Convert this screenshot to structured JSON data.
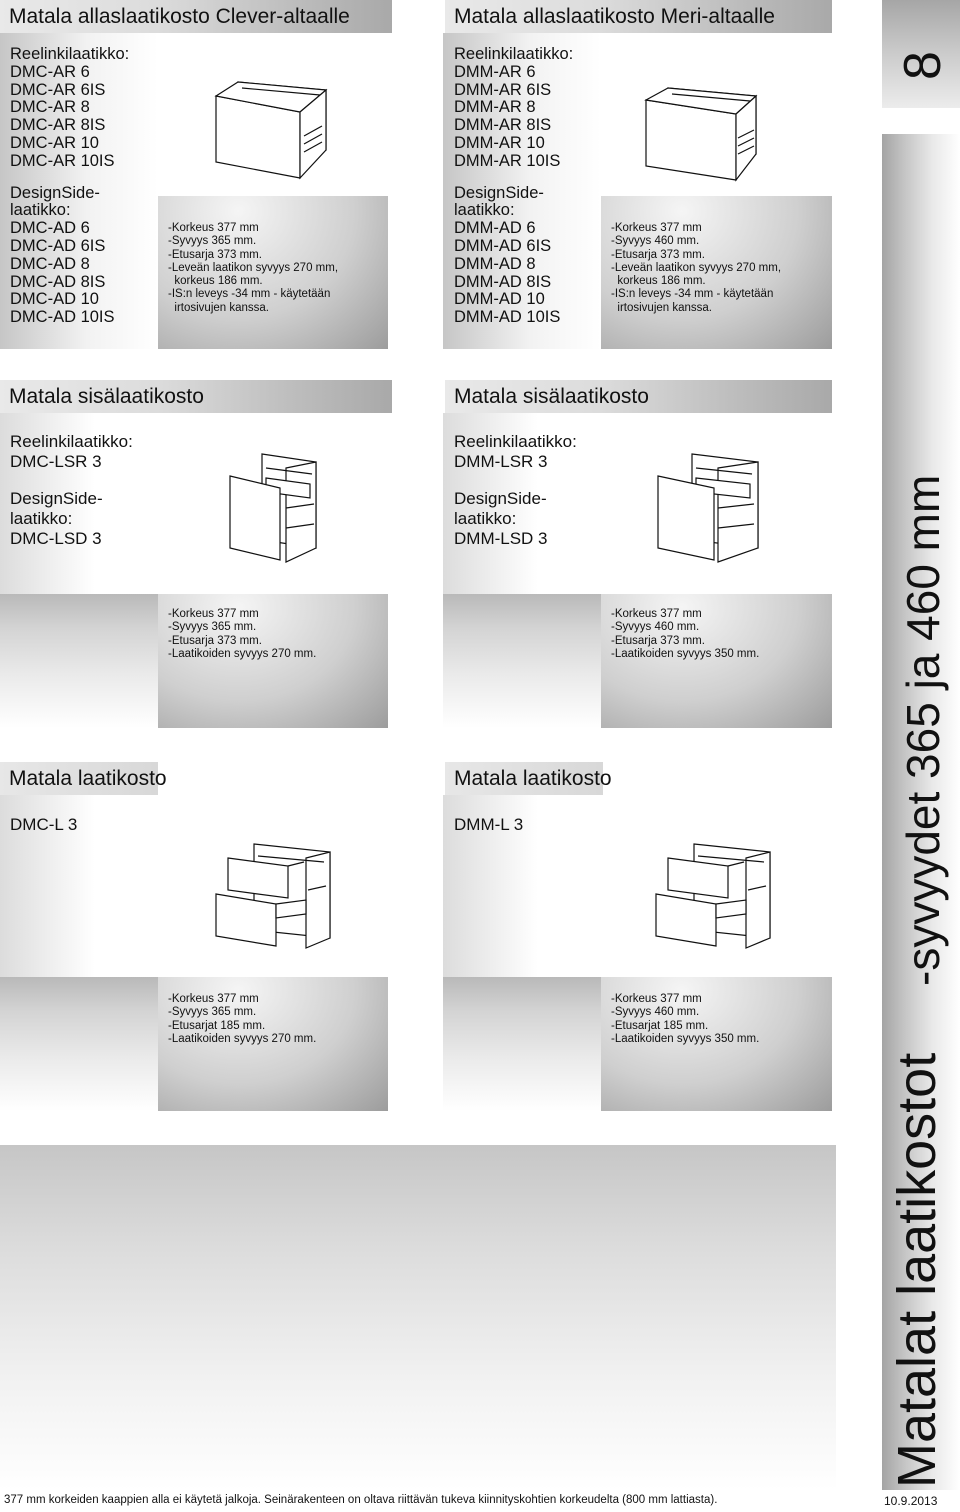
{
  "sections": {
    "clever": {
      "title": "Matala allaslaatikosto Clever-altaalle",
      "reelin_label": "Reelinkilaatikko:",
      "reelin_items": [
        "DMC-AR 6",
        "DMC-AR 6IS",
        "DMC-AR 8",
        "DMC-AR 8IS",
        "DMC-AR 10",
        "DMC-AR 10IS"
      ],
      "design_label_1": "DesignSide-",
      "design_label_2": "laatikko:",
      "design_items": [
        "DMC-AD 6",
        "DMC-AD 6IS",
        "DMC-AD 8",
        "DMC-AD 8IS",
        "DMC-AD 10",
        "DMC-AD 10IS"
      ],
      "specs": [
        "-Korkeus 377 mm",
        "-Syvyys 365 mm.",
        "-Etusarja 373 mm.",
        "-Leveän laatikon syvyys 270 mm,",
        "  korkeus 186 mm.",
        "-IS:n leveys -34 mm - käytetään",
        "  irtosivujen kanssa."
      ]
    },
    "meri": {
      "title": "Matala allaslaatikosto Meri-altaalle",
      "reelin_label": "Reelinkilaatikko:",
      "reelin_items": [
        "DMM-AR 6",
        "DMM-AR 6IS",
        "DMM-AR 8",
        "DMM-AR 8IS",
        "DMM-AR 10",
        "DMM-AR 10IS"
      ],
      "design_label_1": "DesignSide-",
      "design_label_2": "laatikko:",
      "design_items": [
        "DMM-AD 6",
        "DMM-AD 6IS",
        "DMM-AD 8",
        "DMM-AD 8IS",
        "DMM-AD 10",
        "DMM-AD 10IS"
      ],
      "specs": [
        "-Korkeus 377 mm",
        "-Syvyys 460 mm.",
        "-Etusarja 373 mm.",
        "-Leveän laatikon syvyys 270 mm,",
        "  korkeus 186 mm.",
        "-IS:n leveys -34 mm - käytetään",
        "  irtosivujen kanssa."
      ]
    },
    "sisa_dmc": {
      "title": "Matala sisälaatikosto",
      "reelin_label": "Reelinkilaatikko:",
      "reelin_item": "DMC-LSR 3",
      "design_label_1": "DesignSide-",
      "design_label_2": "laatikko:",
      "design_item": "DMC-LSD 3",
      "specs": [
        "-Korkeus 377 mm",
        "-Syvyys 365 mm.",
        "-Etusarja 373 mm.",
        "-Laatikoiden syvyys 270 mm."
      ]
    },
    "sisa_dmm": {
      "title": "Matala sisälaatikosto",
      "reelin_label": "Reelinkilaatikko:",
      "reelin_item": "DMM-LSR 3",
      "design_label_1": "DesignSide-",
      "design_label_2": "laatikko:",
      "design_item": "DMM-LSD 3",
      "specs": [
        "-Korkeus 377 mm",
        "-Syvyys 460 mm.",
        "-Etusarja 373 mm.",
        "-Laatikoiden syvyys 350 mm."
      ]
    },
    "laat_dmc": {
      "title": "Matala laatikosto",
      "item": "DMC-L 3",
      "specs": [
        "-Korkeus 377 mm",
        "-Syvyys 365 mm.",
        "-Etusarjat 185 mm.",
        "-Laatikoiden syvyys 270 mm."
      ]
    },
    "laat_dmm": {
      "title": "Matala laatikosto",
      "item": "DMM-L 3",
      "specs": [
        "-Korkeus 377 mm",
        "-Syvyys 460 mm.",
        "-Etusarjat 185 mm.",
        "-Laatikoiden syvyys 350 mm."
      ]
    }
  },
  "sidebar": {
    "page_number": "8",
    "depth_text": "-syvyydet 365 ja 460 mm",
    "category_text": "Matalat laatikostot"
  },
  "footer": {
    "note": "377 mm korkeiden kaappien alla ei käytetä jalkoja. Seinärakenteen on oltava riittävän tukeva kiinnityskohtien korkeudelta (800 mm lattiasta).",
    "date": "10.9.2013"
  },
  "colors": {
    "panel_dark": "#9c9c9c",
    "panel_light": "#f5f5f5",
    "text": "#111111"
  }
}
